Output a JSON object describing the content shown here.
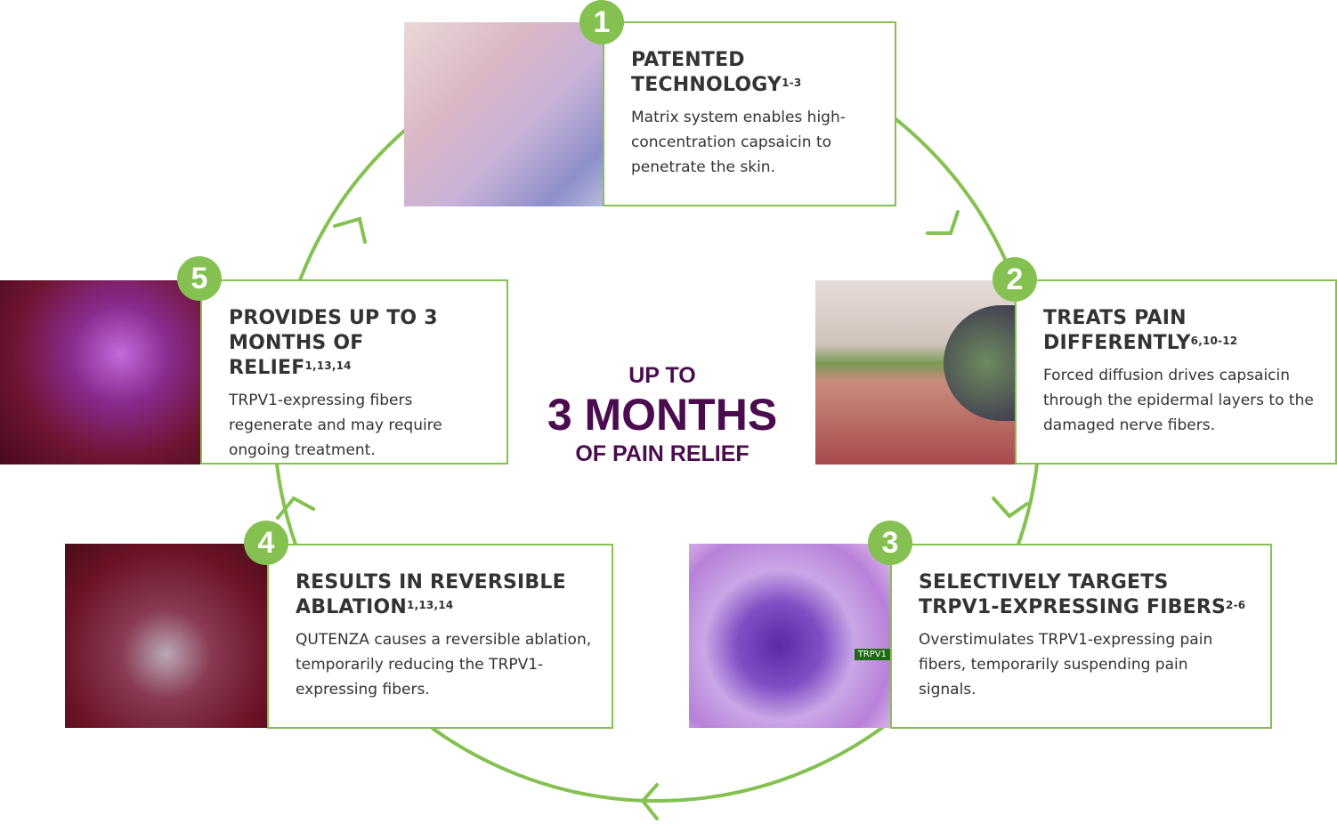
{
  "colors": {
    "accent": "#84c150",
    "headline": "#4a0c4e",
    "text": "#333333"
  },
  "center": {
    "line1": "UP TO",
    "line2": "3 MONTHS",
    "line3": "OF PAIN RELIEF"
  },
  "steps": [
    {
      "number": "1",
      "title": "PATENTED TECHNOLOGY",
      "ref": "1-3",
      "body": "Matrix system enables high-concentration capsaicin to penetrate the skin."
    },
    {
      "number": "2",
      "title": "TREATS PAIN DIFFERENTLY",
      "ref": "6,10-12",
      "body": "Forced diffusion drives capsaicin through the epidermal layers to the damaged nerve fibers."
    },
    {
      "number": "3",
      "title": "SELECTIVELY TARGETS TRPV1-EXPRESSING FIBERS",
      "ref": "2-6",
      "body": "Overstimulates TRPV1-expressing pain fibers, temporarily suspending pain signals.",
      "image_label": "TRPV1"
    },
    {
      "number": "4",
      "title": "RESULTS IN REVERSIBLE ABLATION",
      "ref": "1,13,14",
      "body": "QUTENZA causes a reversible ablation, temporarily reducing the TRPV1-expressing fibers."
    },
    {
      "number": "5",
      "title": "PROVIDES UP TO 3 MONTHS OF RELIEF",
      "ref": "1,13,14",
      "body": "TRPV1-expressing fibers regenerate and may require ongoing treatment."
    }
  ]
}
